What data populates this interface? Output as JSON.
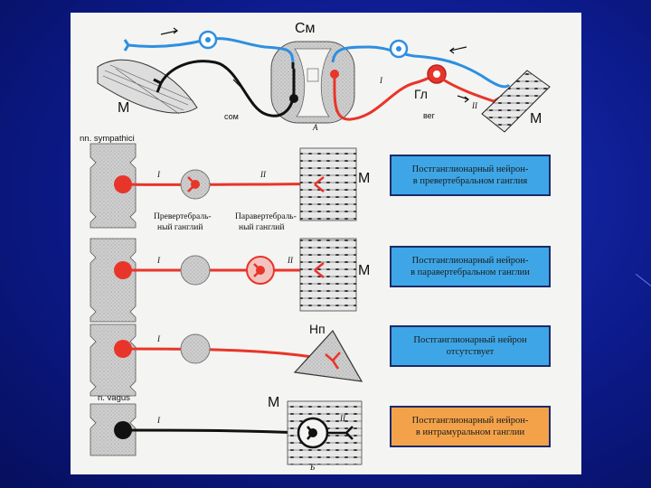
{
  "top_diagram": {
    "label_cm": "См",
    "label_m_left": "М",
    "label_som": "сом",
    "label_a": "А",
    "label_gl": "Гл",
    "label_veg": "вег",
    "label_i": "I",
    "label_ii": "II",
    "label_m_right": "М"
  },
  "rows": [
    {
      "left_label": "nn. sympathici",
      "label_i": "I",
      "label_ii": "II",
      "effector_label": "М",
      "box_line1": "Постганглионарный нейрон-",
      "box_line2": "в превертебральном ганглия",
      "ganglion_label_1a": "Превертебраль-",
      "ganglion_label_1b": "ный  ганглий",
      "ganglion_label_2a": "Паравертебраль-",
      "ganglion_label_2b": "ный ганглий"
    },
    {
      "label_i": "I",
      "label_ii": "II",
      "effector_label": "М",
      "box_line1": "Постганглионарный нейрон-",
      "box_line2": "в паравертебральном ганглии"
    },
    {
      "label_i": "I",
      "effector_label": "Нп",
      "box_line1": "Постганглионарный нейрон",
      "box_line2": "отсутствует"
    },
    {
      "left_label": "n. vagus",
      "label_i": "I",
      "label_ii": "II",
      "effector_label": "М",
      "box_line1": "Постганглионарный нейрон-",
      "box_line2": "в интрамуральном ганглии"
    }
  ],
  "label_b": "Б",
  "colors": {
    "red": "#e8352a",
    "blue": "#2e8fe0",
    "black": "#111111",
    "box_blue": "#3ea6e6",
    "box_orange": "#f3a24a"
  }
}
